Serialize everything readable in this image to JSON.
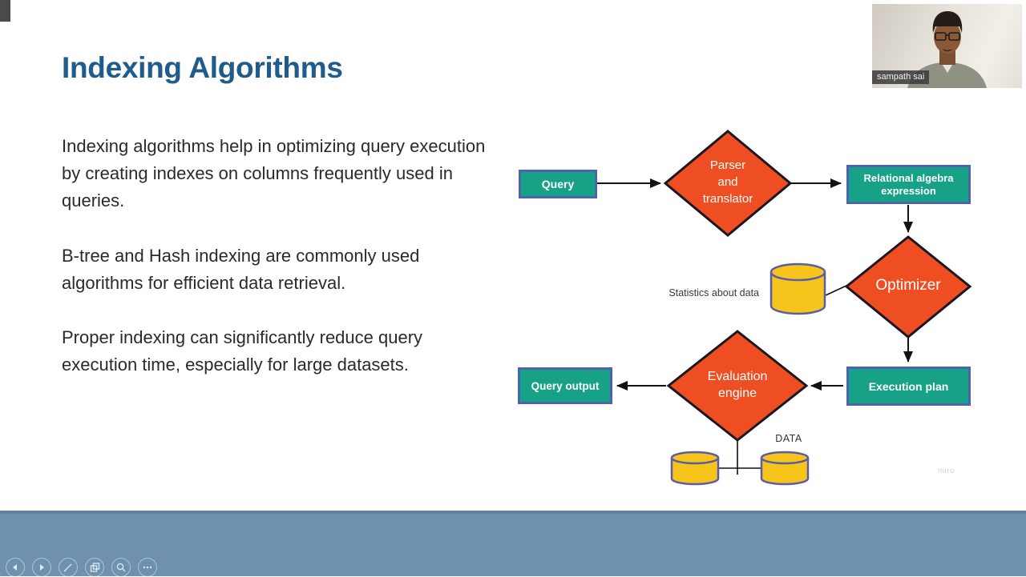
{
  "slide": {
    "title": "Indexing Algorithms",
    "paragraphs": [
      "Indexing algorithms help in optimizing query execution by creating indexes on columns frequently used in queries.",
      "B-tree and Hash indexing are commonly used algorithms for efficient data retrieval.",
      "Proper indexing can significantly reduce query execution time, especially for large datasets."
    ]
  },
  "diagram": {
    "nodes": {
      "query": "Query",
      "parser_line1": "Parser",
      "parser_line2": "and",
      "parser_line3": "translator",
      "relational_line1": "Relational algebra",
      "relational_line2": "expression",
      "optimizer": "Optimizer",
      "execution_plan": "Execution plan",
      "evaluation_line1": "Evaluation",
      "evaluation_line2": "engine",
      "query_output": "Query output",
      "statistics_label": "Statistics about data",
      "data_label": "DATA"
    },
    "watermark": "miro",
    "colors": {
      "box_fill": "#17a287",
      "box_border": "#4a64b0",
      "diamond_fill": "#ef4e23",
      "diamond_border": "#1a1720",
      "cylinder_fill": "#f6c41b",
      "cylinder_border": "#5b5ca8",
      "arrow": "#111111",
      "title": "#1f5c8c",
      "footer": "#6e91b0"
    }
  },
  "webcam": {
    "name": "sampath sai"
  },
  "toolbar": {
    "icons": [
      "previous-slide",
      "next-slide",
      "pen",
      "all-slides",
      "magnifier",
      "more-options"
    ]
  }
}
